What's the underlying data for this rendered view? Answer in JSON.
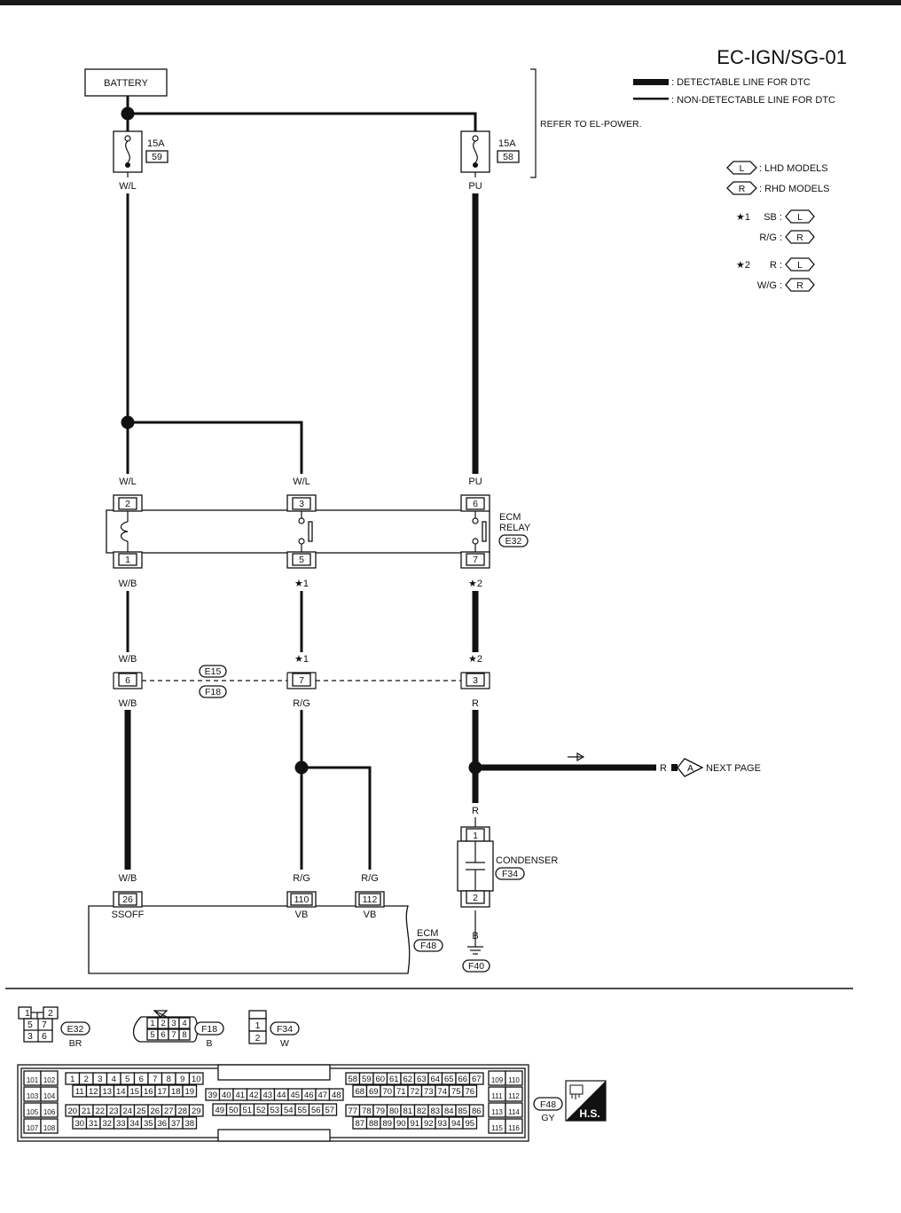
{
  "title": "EC-IGN/SG-01",
  "legend": {
    "detectable": ": DETECTABLE LINE FOR DTC",
    "non_detectable": ": NON-DETECTABLE LINE FOR DTC",
    "lhd_code": "L",
    "lhd": ": LHD MODELS",
    "rhd_code": "R",
    "rhd": ": RHD MODELS",
    "star1": "★1",
    "star1_l_color": "SB :",
    "star1_r_color": "R/G :",
    "star2": "★2",
    "star2_l_color": "R :",
    "star2_r_color": "W/G :"
  },
  "battery": "BATTERY",
  "refer": "REFER TO EL-POWER.",
  "fuse_left": {
    "rating": "15A",
    "number": "59",
    "wire": "W/L"
  },
  "fuse_right": {
    "rating": "15A",
    "number": "58",
    "wire": "PU"
  },
  "relay": {
    "name1": "ECM",
    "name2": "RELAY",
    "connector": "E32",
    "pins_top": [
      "2",
      "3",
      "6"
    ],
    "pins_bottom": [
      "1",
      "5",
      "7"
    ],
    "wires_top": [
      "W/L",
      "W/L",
      "PU"
    ],
    "wires_bottom": [
      "W/B",
      "★1",
      "★2"
    ]
  },
  "joint": {
    "connector_top": "E15",
    "connector_bottom": "F18",
    "pins": [
      "6",
      "7",
      "3"
    ],
    "wires_top": [
      "W/B",
      "★1",
      "★2"
    ],
    "wires_bottom": [
      "W/B",
      "R/G",
      "R"
    ]
  },
  "next_page": {
    "wire": "R",
    "code": "A",
    "label": "NEXT PAGE"
  },
  "condenser": {
    "name": "CONDENSER",
    "connector": "F34",
    "pin_top": "1",
    "pin_bottom": "2",
    "wire_top": "R",
    "wire_bottom": "B",
    "ground": "F40"
  },
  "ecm": {
    "name": "ECM",
    "connector": "F48",
    "pins": [
      "26",
      "110",
      "112"
    ],
    "labels": [
      "SSOFF",
      "VB",
      "VB"
    ],
    "wires": [
      "W/B",
      "R/G",
      "R/G"
    ]
  },
  "connectors": {
    "e32": {
      "id": "E32",
      "color": "BR",
      "pins": [
        "1",
        "2",
        "5",
        "7",
        "3",
        "6"
      ]
    },
    "f18": {
      "id": "F18",
      "color": "B",
      "pins": [
        "1",
        "2",
        "3",
        "4",
        "5",
        "6",
        "7",
        "8"
      ]
    },
    "f34": {
      "id": "F34",
      "color": "W",
      "pins": [
        "1",
        "2"
      ]
    },
    "f48": {
      "id": "F48",
      "color": "GY",
      "left": [
        [
          "101",
          "102"
        ],
        [
          "103",
          "104"
        ],
        [
          "105",
          "106"
        ],
        [
          "107",
          "108"
        ]
      ],
      "g1": [
        [
          "1",
          "2",
          "3",
          "4",
          "5",
          "6",
          "7",
          "8",
          "9",
          "10"
        ],
        [
          "11",
          "12",
          "13",
          "14",
          "15",
          "16",
          "17",
          "18",
          "19"
        ],
        [
          "20",
          "21",
          "22",
          "23",
          "24",
          "25",
          "26",
          "27",
          "28",
          "29"
        ],
        [
          "30",
          "31",
          "32",
          "33",
          "34",
          "35",
          "36",
          "37",
          "38"
        ]
      ],
      "g2": [
        [
          "39",
          "40",
          "41",
          "42",
          "43",
          "44",
          "45",
          "46",
          "47",
          "48"
        ],
        [
          "49",
          "50",
          "51",
          "52",
          "53",
          "54",
          "55",
          "56",
          "57"
        ]
      ],
      "g3": [
        [
          "58",
          "59",
          "60",
          "61",
          "62",
          "63",
          "64",
          "65",
          "66",
          "67"
        ],
        [
          "68",
          "69",
          "70",
          "71",
          "72",
          "73",
          "74",
          "75",
          "76"
        ],
        [
          "77",
          "78",
          "79",
          "80",
          "81",
          "82",
          "83",
          "84",
          "85",
          "86"
        ],
        [
          "87",
          "88",
          "89",
          "90",
          "91",
          "92",
          "93",
          "94",
          "95"
        ]
      ],
      "right": [
        [
          "109",
          "110"
        ],
        [
          "111",
          "112"
        ],
        [
          "113",
          "114"
        ],
        [
          "115",
          "116"
        ]
      ]
    }
  },
  "hs": "H.S."
}
